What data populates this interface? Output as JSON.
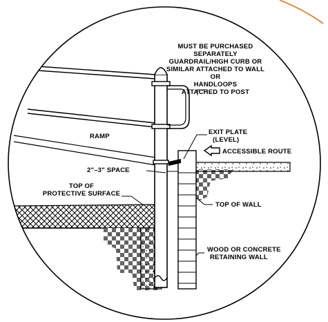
{
  "labels": {
    "purchase_1": "MUST BE PURCHASED",
    "purchase_2": "SEPARATELY",
    "purchase_3": "GUARDRAIL/HIGH CURB OR",
    "purchase_4": "SIMILAR ATTACHED TO WALL",
    "purchase_5": "OR",
    "purchase_6": "HANDLOOPS",
    "purchase_7": "ATTACHED TO POST",
    "ramp": "RAMP",
    "exit_plate_1": "EXIT PLATE",
    "exit_plate_2": "(LEVEL)",
    "accessible_route": "ACCESSIBLE ROUTE",
    "space": "2\"–3\" SPACE",
    "top_protective_1": "TOP OF",
    "top_protective_2": "PROTECTIVE SURFACE",
    "top_of_wall": "TOP OF WALL",
    "retaining_1": "WOOD OR CONCRETE",
    "retaining_2": "RETAINING WALL"
  },
  "colors": {
    "line": "#000000",
    "accent_arc": "#e08a3c",
    "background": "#ffffff"
  }
}
